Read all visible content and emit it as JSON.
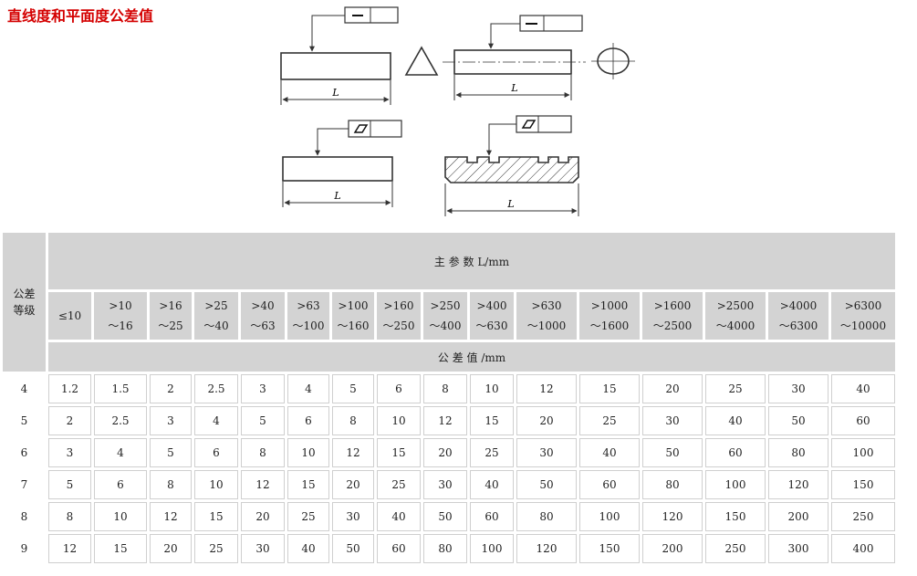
{
  "title": "直线度和平面度公差值",
  "diagram": {
    "length_label": "L"
  },
  "table": {
    "grade_header": [
      "公差",
      "等级"
    ],
    "param_header": "主 参 数 L/mm",
    "value_header": "公 差 值 /mm",
    "ranges": [
      [
        "≤10",
        ""
      ],
      [
        ">10",
        "～16"
      ],
      [
        ">16",
        "～25"
      ],
      [
        ">25",
        "～40"
      ],
      [
        ">40",
        "～63"
      ],
      [
        ">63",
        "～100"
      ],
      [
        ">100",
        "～160"
      ],
      [
        ">160",
        "～250"
      ],
      [
        ">250",
        "～400"
      ],
      [
        ">400",
        "～630"
      ],
      [
        ">630",
        "～1000"
      ],
      [
        ">1000",
        "～1600"
      ],
      [
        ">1600",
        "～2500"
      ],
      [
        ">2500",
        "～4000"
      ],
      [
        ">4000",
        "～6300"
      ],
      [
        ">6300",
        "～10000"
      ]
    ],
    "rows": [
      {
        "grade": "4",
        "values": [
          "1.2",
          "1.5",
          "2",
          "2.5",
          "3",
          "4",
          "5",
          "6",
          "8",
          "10",
          "12",
          "15",
          "20",
          "25",
          "30",
          "40"
        ]
      },
      {
        "grade": "5",
        "values": [
          "2",
          "2.5",
          "3",
          "4",
          "5",
          "6",
          "8",
          "10",
          "12",
          "15",
          "20",
          "25",
          "30",
          "40",
          "50",
          "60"
        ]
      },
      {
        "grade": "6",
        "values": [
          "3",
          "4",
          "5",
          "6",
          "8",
          "10",
          "12",
          "15",
          "20",
          "25",
          "30",
          "40",
          "50",
          "60",
          "80",
          "100"
        ]
      },
      {
        "grade": "7",
        "values": [
          "5",
          "6",
          "8",
          "10",
          "12",
          "15",
          "20",
          "25",
          "30",
          "40",
          "50",
          "60",
          "80",
          "100",
          "120",
          "150"
        ]
      },
      {
        "grade": "8",
        "values": [
          "8",
          "10",
          "12",
          "15",
          "20",
          "25",
          "30",
          "40",
          "50",
          "60",
          "80",
          "100",
          "120",
          "150",
          "200",
          "250"
        ]
      },
      {
        "grade": "9",
        "values": [
          "12",
          "15",
          "20",
          "25",
          "30",
          "40",
          "50",
          "60",
          "80",
          "100",
          "120",
          "150",
          "200",
          "250",
          "300",
          "400"
        ]
      }
    ]
  }
}
